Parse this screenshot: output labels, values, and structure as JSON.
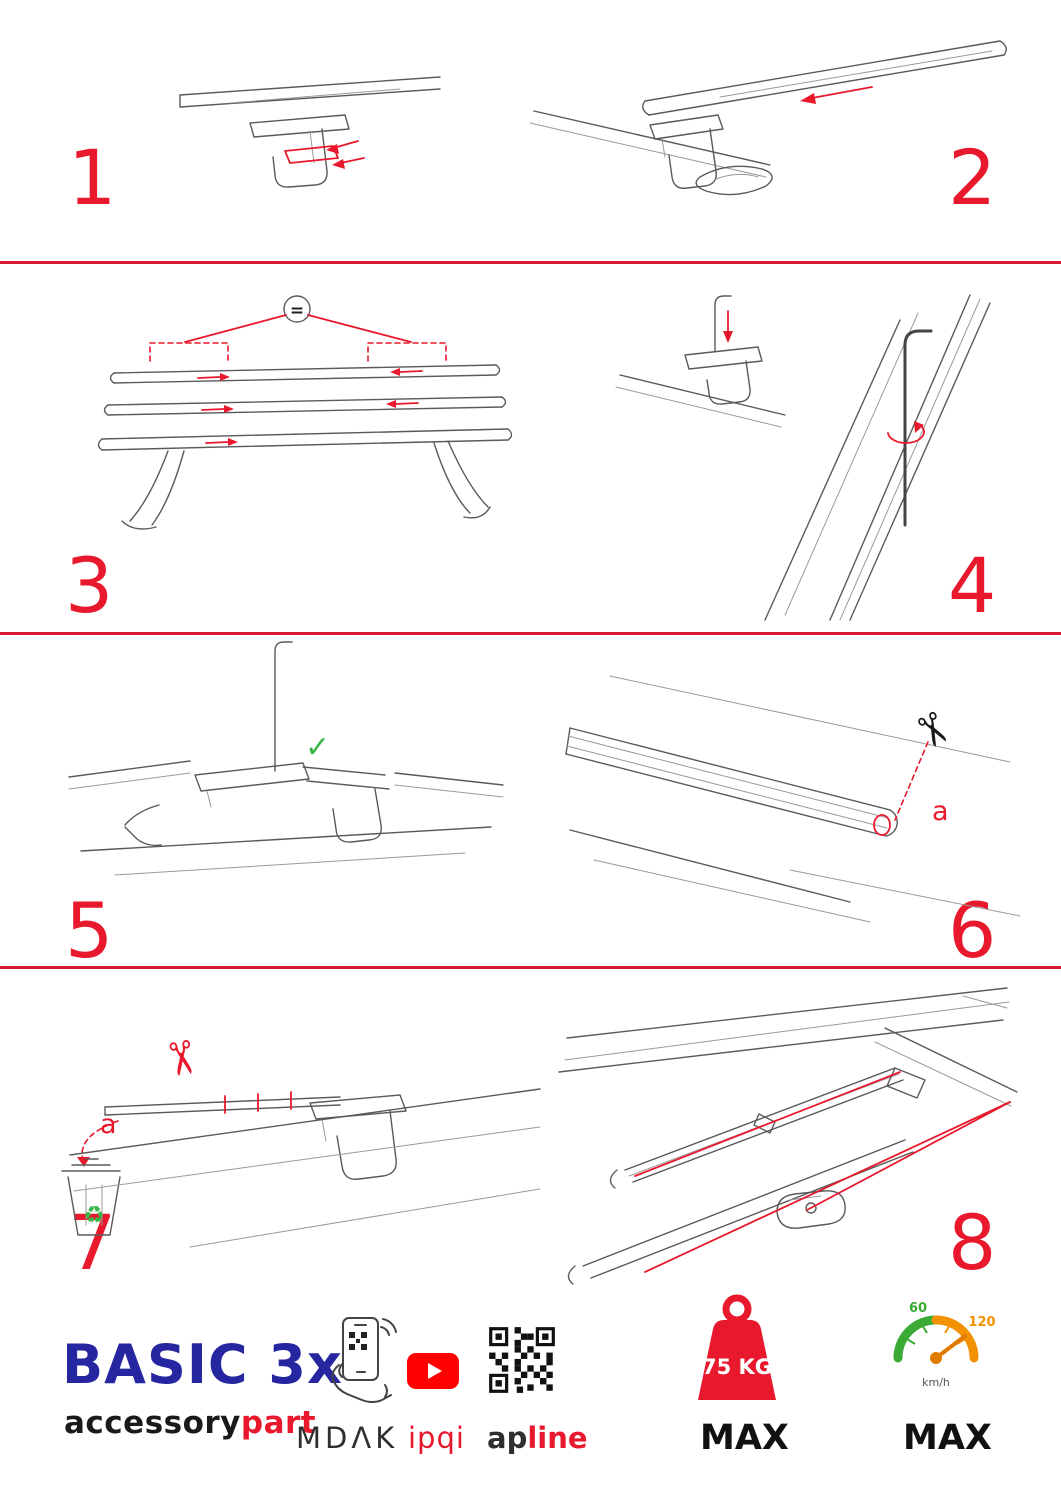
{
  "steps": {
    "s1": {
      "number": "1"
    },
    "s2": {
      "number": "2"
    },
    "s3": {
      "number": "3",
      "equals": "="
    },
    "s4": {
      "number": "4"
    },
    "s5": {
      "number": "5"
    },
    "s6": {
      "number": "6",
      "cut_label": "a"
    },
    "s7": {
      "number": "7",
      "cut_label": "a"
    },
    "s8": {
      "number": "8"
    }
  },
  "icons": {
    "scissors": "✂",
    "check": "✓",
    "recycle": "♻"
  },
  "footer": {
    "product_name": "BASIC 3x",
    "brand_left": "accessory",
    "brand_right": "part",
    "partner_1": "MDΛK",
    "partner_2": "ipqi",
    "partner_3_left": "ap",
    "partner_3_right": "line",
    "weight_value": "75 KG",
    "weight_max": "MAX",
    "speed_low": "60",
    "speed_high": "120",
    "speed_unit": "km/h",
    "speed_max": "MAX"
  },
  "colors": {
    "accent_red": "#e8192c",
    "brand_blue": "#2626a0",
    "check_green": "#3bb54a",
    "gauge_green": "#3aaa35",
    "gauge_orange": "#f39200",
    "youtube_red": "#ff0000"
  }
}
